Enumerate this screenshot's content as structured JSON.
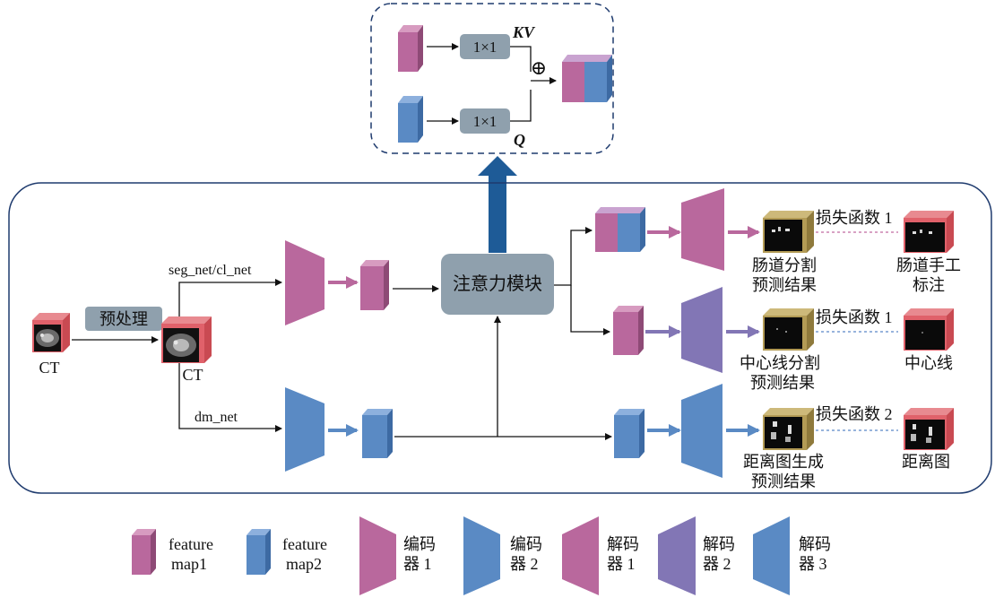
{
  "colors": {
    "feature1": "#b9689d",
    "feature2": "#5a8ac4",
    "decoder2": "#8276b5",
    "gray": "#8fa0ad",
    "frame": "#1f3b6e",
    "big_arrow": "#1e5b97",
    "ct_box": "#e0616a",
    "pred_box": "#b39b55",
    "dashed_red": "#c06aa0",
    "dashed_blue": "#5b86c7"
  },
  "attention_detail": {
    "conv_kv": "1×1",
    "conv_q": "1×1",
    "kv_label": "KV",
    "q_label": "Q",
    "concat_symbol": "⊕"
  },
  "pipeline": {
    "ct_input": "CT",
    "preprocess": "预处理",
    "ct_processed": "CT",
    "branch_top": "seg_net/cl_net",
    "branch_bottom": "dm_net",
    "attention_module": "注意力模块"
  },
  "outputs": [
    {
      "pred_line1": "肠道分割",
      "pred_line2": "预测结果",
      "loss": "损失函数 1",
      "gt_line1": "肠道手工",
      "gt_line2": "标注"
    },
    {
      "pred_line1": "中心线分割",
      "pred_line2": "预测结果",
      "loss": "损失函数 1",
      "gt_line1": "中心线",
      "gt_line2": ""
    },
    {
      "pred_line1": "距离图生成",
      "pred_line2": "预测结果",
      "loss": "损失函数 2",
      "gt_line1": "距离图",
      "gt_line2": ""
    }
  ],
  "legend": [
    {
      "line1": "feature",
      "line2": "map1"
    },
    {
      "line1": "feature",
      "line2": "map2"
    },
    {
      "line1": "编码",
      "line2": "器 1"
    },
    {
      "line1": "编码",
      "line2": "器 2"
    },
    {
      "line1": "解码",
      "line2": "器 1"
    },
    {
      "line1": "解码",
      "line2": "器 2"
    },
    {
      "line1": "解码",
      "line2": "器 3"
    }
  ]
}
